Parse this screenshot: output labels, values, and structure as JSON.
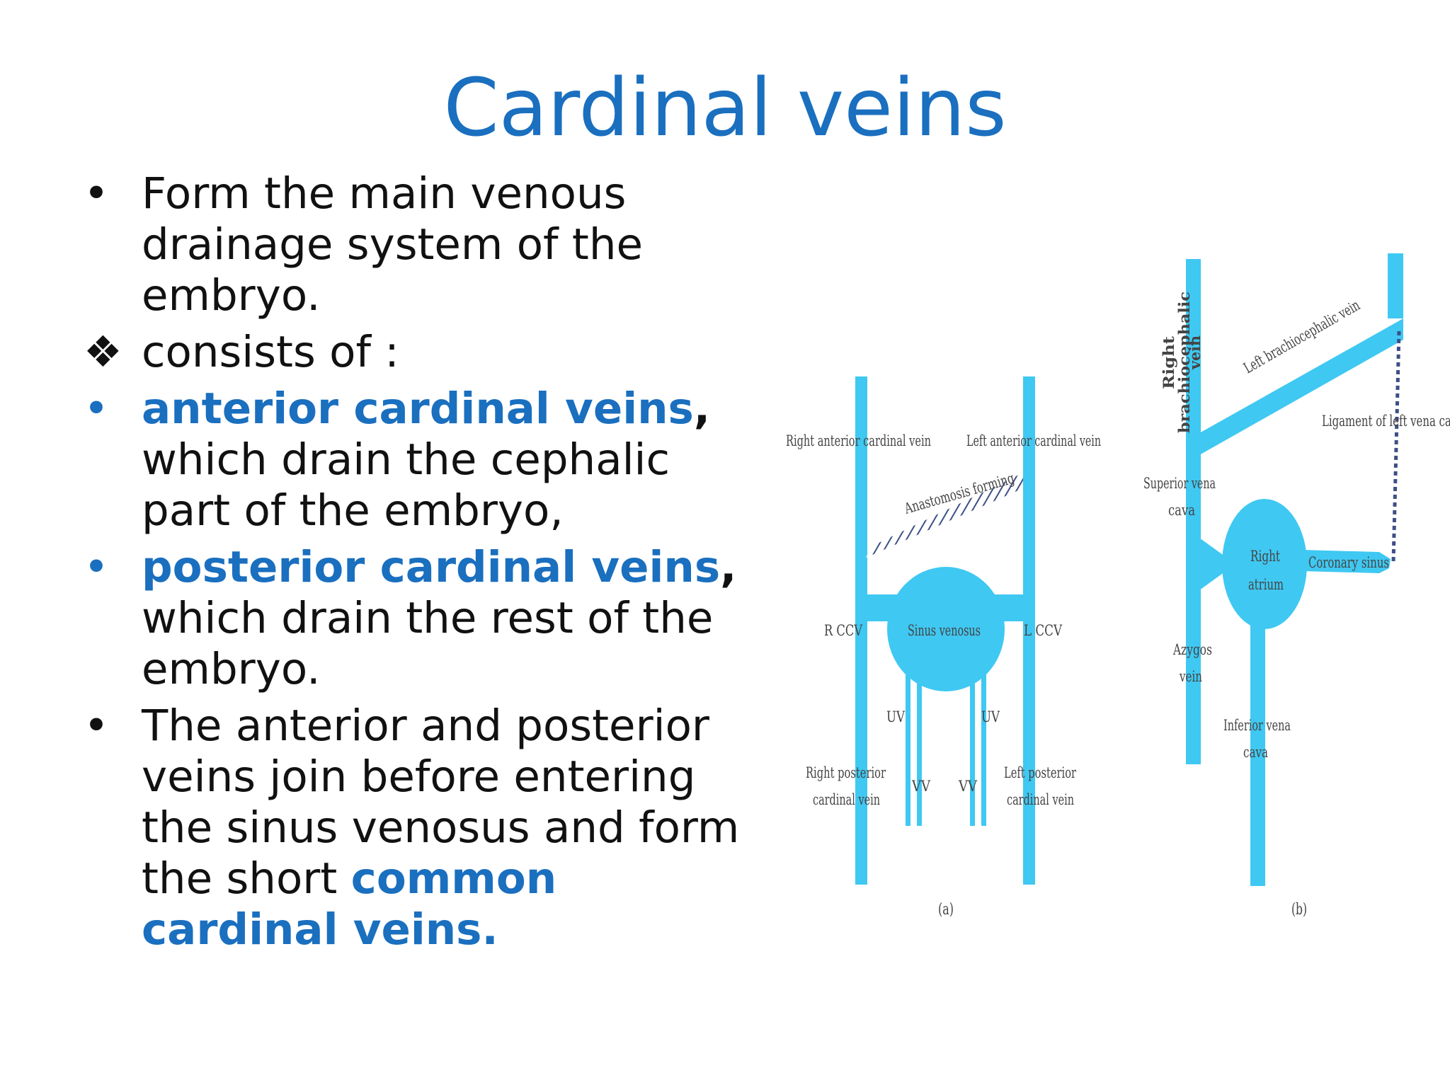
{
  "slide": {
    "title": "Cardinal veins",
    "items": [
      {
        "marker": "•",
        "parts": [
          "Form the main venous drainage system of the embryo."
        ]
      },
      {
        "marker": "❖",
        "parts": [
          "consists of :"
        ]
      },
      {
        "marker": "•",
        "parts": [
          "anterior cardinal veins",
          ",",
          " which drain the cephalic part of the embryo,"
        ]
      },
      {
        "marker": "•",
        "parts": [
          "posterior cardinal veins",
          ",",
          " which drain the rest of the embryo."
        ]
      },
      {
        "marker": "•",
        "parts": [
          "The anterior and posterior veins join before entering the sinus venosus and form the short ",
          "common cardinal veins."
        ]
      }
    ]
  },
  "diagram": {
    "vein_color": "#3fc8f2",
    "text_color": "#444444",
    "panel_a": {
      "caption": "(a)",
      "right_anterior": "Right anterior cardinal vein",
      "left_anterior": "Left anterior cardinal vein",
      "anastomosis": "Anastomosis forming",
      "rccv": "R CCV",
      "lccv": "L CCV",
      "sinus": "Sinus venosus",
      "uv_left": "UV",
      "uv_right": "UV",
      "vv_left": "VV",
      "vv_right": "VV",
      "right_posterior_1": "Right posterior",
      "right_posterior_2": "cardinal vein",
      "left_posterior_1": "Left posterior",
      "left_posterior_2": "cardinal vein"
    },
    "panel_b": {
      "caption": "(b)",
      "right_brachio_1": "Right",
      "right_brachio_2": "brachiocephalic",
      "right_brachio_3": "vein",
      "left_brachio": "Left brachiocephalic vein",
      "ligament": "Ligament of left vena cava",
      "svc_1": "Superior vena",
      "svc_2": "cava",
      "right_atrium_1": "Right",
      "right_atrium_2": "atrium",
      "coronary": "Coronary sinus",
      "azygos_1": "Azygos",
      "azygos_2": "vein",
      "ivc_1": "Inferior vena",
      "ivc_2": "cava"
    }
  }
}
